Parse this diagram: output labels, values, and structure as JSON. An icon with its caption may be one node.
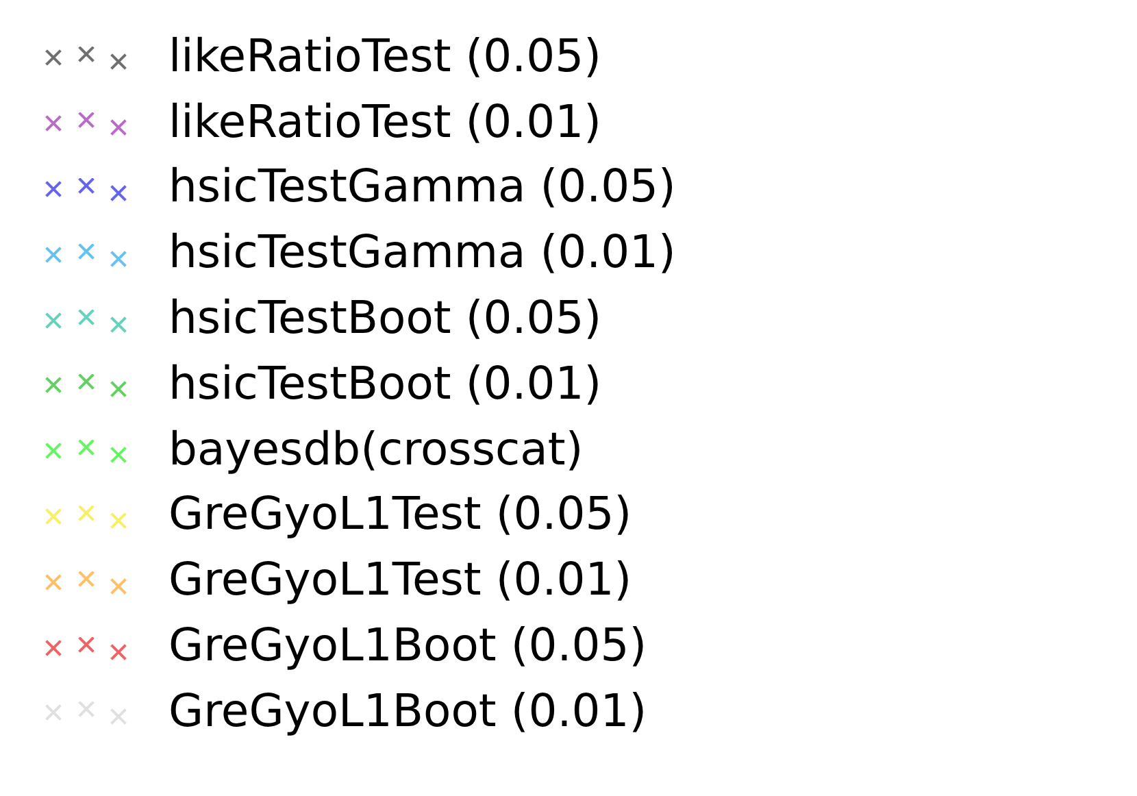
{
  "diagram": {
    "legend": [
      {
        "text": "likeRatioTest (0.05)",
        "color": "#707070"
      },
      {
        "text": "likeRatioTest (0.01)",
        "color": "#b96cc6"
      },
      {
        "text": "hsicTestGamma (0.05)",
        "color": "#6464f0"
      },
      {
        "text": "hsicTestGamma (0.01)",
        "color": "#66c2ee"
      },
      {
        "text": "hsicTestBoot (0.05)",
        "color": "#66d2be"
      },
      {
        "text": "hsicTestBoot (0.01)",
        "color": "#64d064"
      },
      {
        "text": "bayesdb(crosscat)",
        "color": "#66f466"
      },
      {
        "text": "GreGyoL1Test (0.05)",
        "color": "#f6f066"
      },
      {
        "text": "GreGyoL1Test (0.01)",
        "color": "#fcc066"
      },
      {
        "text": "GreGyoL1Boot (0.05)",
        "color": "#ee6464"
      },
      {
        "text": "GreGyoL1Boot (0.01)",
        "color": "#e0e0e0"
      }
    ]
  }
}
